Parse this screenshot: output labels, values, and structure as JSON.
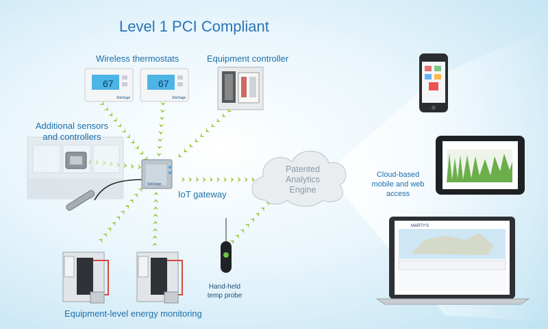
{
  "title": "Level 1 PCI Compliant",
  "labels": {
    "wireless_thermostats": "Wireless thermostats",
    "equipment_controller": "Equipment controller",
    "additional_sensors": "Additional sensors and controllers",
    "iot_gateway": "IoT gateway",
    "cloud_access": "Cloud-based mobile and web access",
    "hand_held_probe": "Hand-held temp probe",
    "energy_monitoring": "Equipment-level energy monitoring"
  },
  "cloud": {
    "text": "Patented Analytics Engine"
  },
  "devices": {
    "thermostat_1": {
      "reading": "67",
      "brand": "SiteSage"
    },
    "thermostat_2": {
      "reading": "67",
      "brand": "SiteSage"
    },
    "gateway_brand": "SiteSage",
    "laptop_app_name": "MARTY'S"
  },
  "colors": {
    "arrow_green": "#9dc63a",
    "title_blue": "#2a73b5",
    "label_blue": "#1d6fa8",
    "cloud_fill": "#e9edf0"
  }
}
